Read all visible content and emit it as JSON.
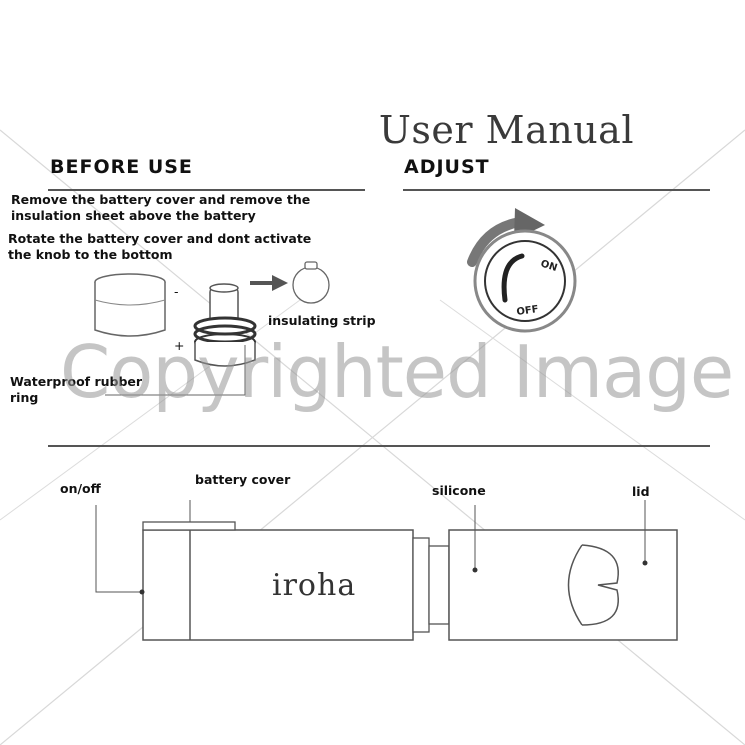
{
  "title": "User Manual",
  "before_use": {
    "heading": "BEFORE USE",
    "step1_line1": "Remove the battery cover and remove the",
    "step1_line2": "insulation sheet above the battery",
    "step2_line1": "Rotate the battery cover and dont activate",
    "step2_line2": "the knob to the bottom",
    "minus_sign": "-",
    "plus_sign": "+",
    "insulating_strip": "insulating strip",
    "rubber_ring_line1": "Waterproof rubber",
    "rubber_ring_line2": "ring"
  },
  "adjust": {
    "heading": "ADJUST",
    "knob_on": "ON",
    "knob_off": "OFF"
  },
  "device": {
    "brand": "iroha",
    "label_onoff": "on/off",
    "label_battery_cover": "battery cover",
    "label_silicone": "silicone",
    "label_lid": "lid"
  },
  "watermark": "Copyrighted Image",
  "colors": {
    "text": "#111111",
    "line": "#555555",
    "watermark": "#969696"
  }
}
